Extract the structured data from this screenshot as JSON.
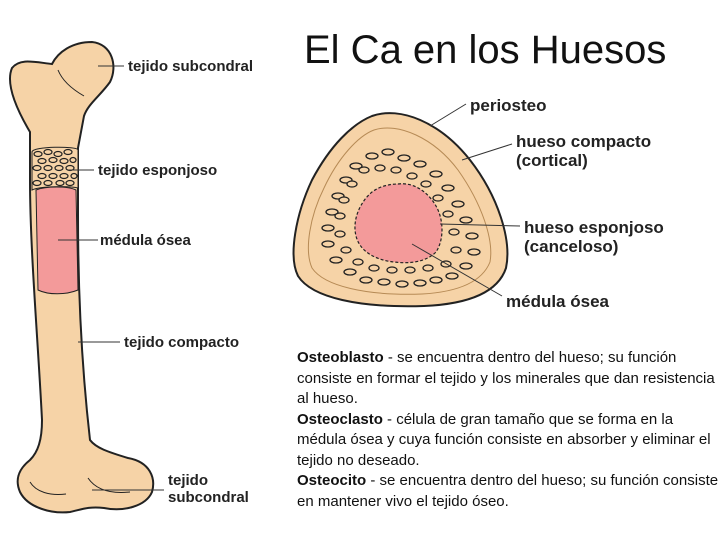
{
  "title": "El Ca en los Huesos",
  "femur_labels": {
    "subchondral_top": "tejido subcondral",
    "spongy": "tejido esponjoso",
    "marrow": "médula ósea",
    "compact": "tejido compacto",
    "subchondral_bottom_line1": "tejido",
    "subchondral_bottom_line2": "subcondral"
  },
  "cross_section_labels": {
    "periosteum": "periosteo",
    "compact_line1": "hueso compacto",
    "compact_line2": "(cortical)",
    "spongy_line1": "hueso esponjoso",
    "spongy_line2": "(canceloso)",
    "marrow": "médula ósea"
  },
  "descriptions": [
    {
      "term": "Osteoblasto",
      "text": " - se encuentra dentro del hueso; su función consiste en formar el tejido y los minerales que dan resistencia al hueso."
    },
    {
      "term": "Osteoclasto",
      "text": " - célula de gran tamaño que se forma en la médula ósea y cuya función consiste en absorber y eliminar el tejido no deseado."
    },
    {
      "term": "Osteocito",
      "text": " - se encuentra dentro del hueso; su función consiste en mantener vivo el tejido óseo."
    }
  ],
  "colors": {
    "bone": "#f6d3a7",
    "marrow": "#f39a9a",
    "outline": "#222222",
    "leader": "#333333"
  }
}
